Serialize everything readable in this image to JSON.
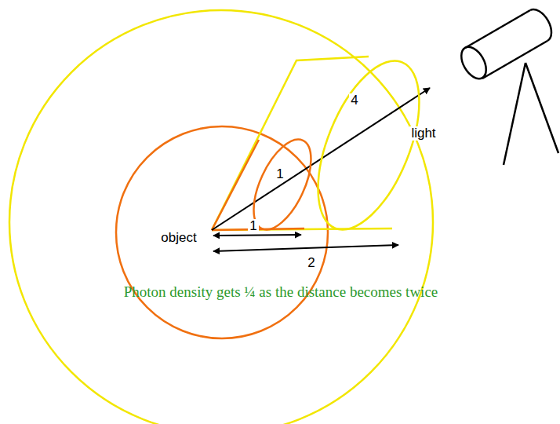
{
  "diagram": {
    "caption": "Photon density gets ¼ as the distance becomes twice",
    "nodes": [
      {
        "text": [
          "1"
        ]
      },
      {
        "text": [
          "4"
        ]
      }
    ],
    "labels": [
      "light",
      "object",
      "1",
      "2"
    ]
  }
}
